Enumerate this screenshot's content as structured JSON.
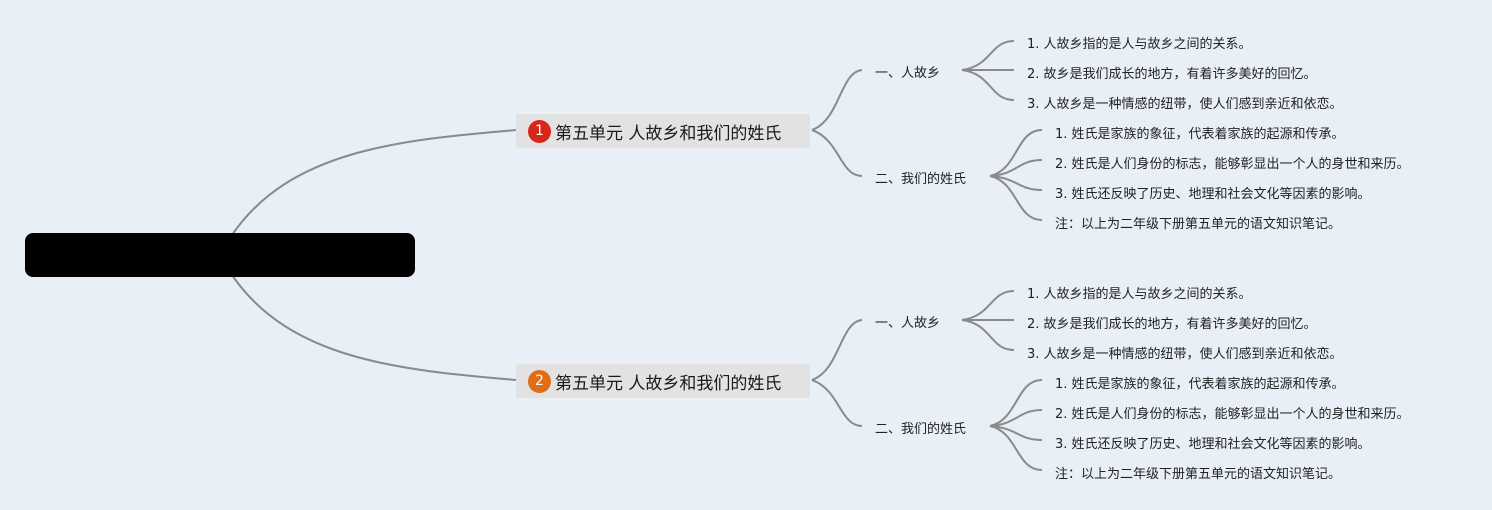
{
  "colors": {
    "background": "#e8eff7",
    "line": "#8a8a8a",
    "badge_1": "#d8261b",
    "badge_2": "#e06c14"
  },
  "branches": [
    {
      "badge": "1",
      "title": "第五单元 人故乡和我们的姓氏",
      "sections": [
        {
          "label": "一、人故乡",
          "items": [
            "1. 人故乡指的是人与故乡之间的关系。",
            "2. 故乡是我们成长的地方，有着许多美好的回忆。",
            "3. 人故乡是一种情感的纽带，使人们感到亲近和依恋。"
          ]
        },
        {
          "label": "二、我们的姓氏",
          "items": [
            "1. 姓氏是家族的象征，代表着家族的起源和传承。",
            "2. 姓氏是人们身份的标志，能够彰显出一个人的身世和来历。",
            "3. 姓氏还反映了历史、地理和社会文化等因素的影响。",
            "注：以上为二年级下册第五单元的语文知识笔记。"
          ]
        }
      ]
    },
    {
      "badge": "2",
      "title": "第五单元 人故乡和我们的姓氏",
      "sections": [
        {
          "label": "一、人故乡",
          "items": [
            "1. 人故乡指的是人与故乡之间的关系。",
            "2. 故乡是我们成长的地方，有着许多美好的回忆。",
            "3. 人故乡是一种情感的纽带，使人们感到亲近和依恋。"
          ]
        },
        {
          "label": "二、我们的姓氏",
          "items": [
            "1. 姓氏是家族的象征，代表着家族的起源和传承。",
            "2. 姓氏是人们身份的标志，能够彰显出一个人的身世和来历。",
            "3. 姓氏还反映了历史、地理和社会文化等因素的影响。",
            "注：以上为二年级下册第五单元的语文知识笔记。"
          ]
        }
      ]
    }
  ]
}
